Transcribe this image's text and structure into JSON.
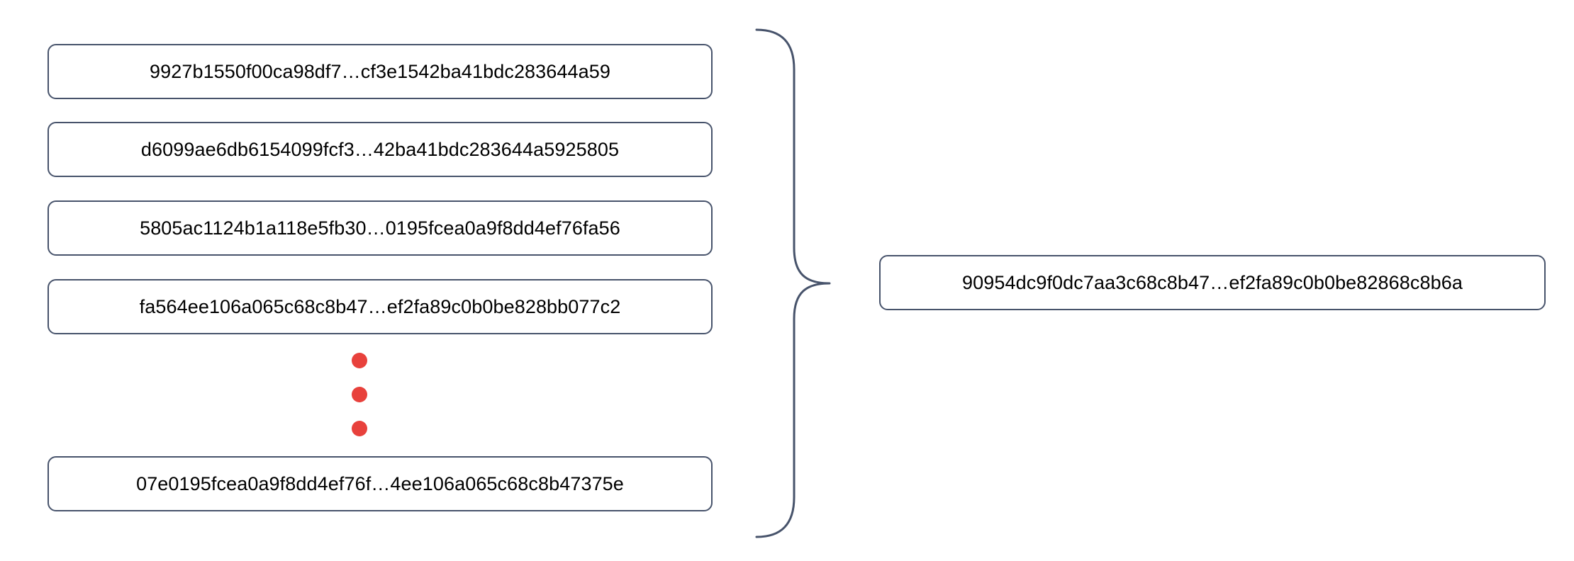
{
  "diagram": {
    "type": "hash-aggregation",
    "title": "",
    "colors": {
      "box_border": "#47536b",
      "box_fill": "#ffffff",
      "text": "#000000",
      "dot": "#e8413c",
      "brace": "#47536b",
      "background": "#ffffff"
    },
    "inputs": {
      "label": "input-hashes",
      "items": [
        {
          "id": "hash-1",
          "text": "9927b1550f00ca98df7…cf3e1542ba41bdc283644a59"
        },
        {
          "id": "hash-2",
          "text": "d6099ae6db6154099fcf3…42ba41bdc283644a5925805"
        },
        {
          "id": "hash-3",
          "text": "5805ac1124b1a118e5fb30…0195fcea0a9f8dd4ef76fa56"
        },
        {
          "id": "hash-4",
          "text": "fa564ee106a065c68c8b47…ef2fa89c0b0be828bb077c2"
        },
        {
          "id": "hash-5",
          "text": "07e0195fcea0a9f8dd4ef76f…4ee106a065c68c8b47375e"
        }
      ]
    },
    "ellipsis": {
      "label": "vertical-ellipsis",
      "dot_count": 3,
      "color": "#e8413c"
    },
    "brace": {
      "label": "right-curly-brace",
      "orientation": "right-pointing",
      "groups_count": 5
    },
    "output": {
      "label": "aggregated-hash",
      "text": "90954dc9f0dc7aa3c68c8b47…ef2fa89c0b0be82868c8b6a"
    }
  }
}
